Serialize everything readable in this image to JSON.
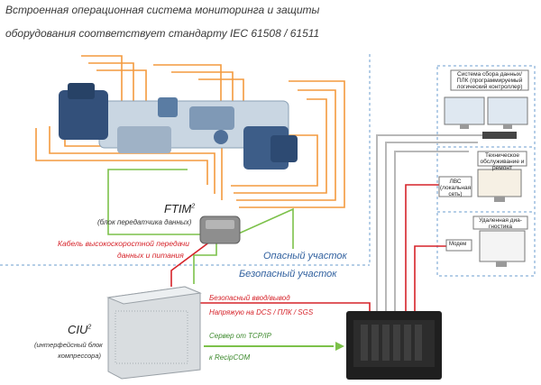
{
  "title": {
    "line1": "Встроенная операционная система мониторинга и защиты",
    "line2": "оборудования соответствует стандарту IEC 61508 / 61511"
  },
  "ftim": {
    "name": "FTIM",
    "sup": "2",
    "desc": "(блок передатчика данных)"
  },
  "cable": {
    "line1": "Кабель высокоскоростной передачи",
    "line2": "данных и питания"
  },
  "zones": {
    "hazardous": "Опасный участок",
    "safe": "Безопасный участок"
  },
  "ciu": {
    "name": "CIU",
    "sup": "2",
    "desc1": "(интерфейсный блок",
    "desc2": "компрессора)"
  },
  "links": {
    "safe_io": "Безопасный ввод/вывод",
    "voltage": "Напряжую на DCS / ПЛК / SGS",
    "server1": "Сервер от TCP/IP",
    "server2": "к RecipCOM"
  },
  "right_panel": {
    "dcs_label": "Система сбора данных/ ПЛК (программируемый логический контроллер)",
    "maint_label": "Техническое обслуживание и ремонт",
    "lan_label": "ЛВС (локальная сеть)",
    "remote_label": "Удаленная диа- гностика",
    "modem_label": "Модем"
  },
  "colors": {
    "orange": "#f39a3e",
    "green": "#7cc14a",
    "red": "#d6232a",
    "gray": "#b8b8b8",
    "blue_dash": "#6b9ccf",
    "zone_text": "#2f5f9e"
  }
}
